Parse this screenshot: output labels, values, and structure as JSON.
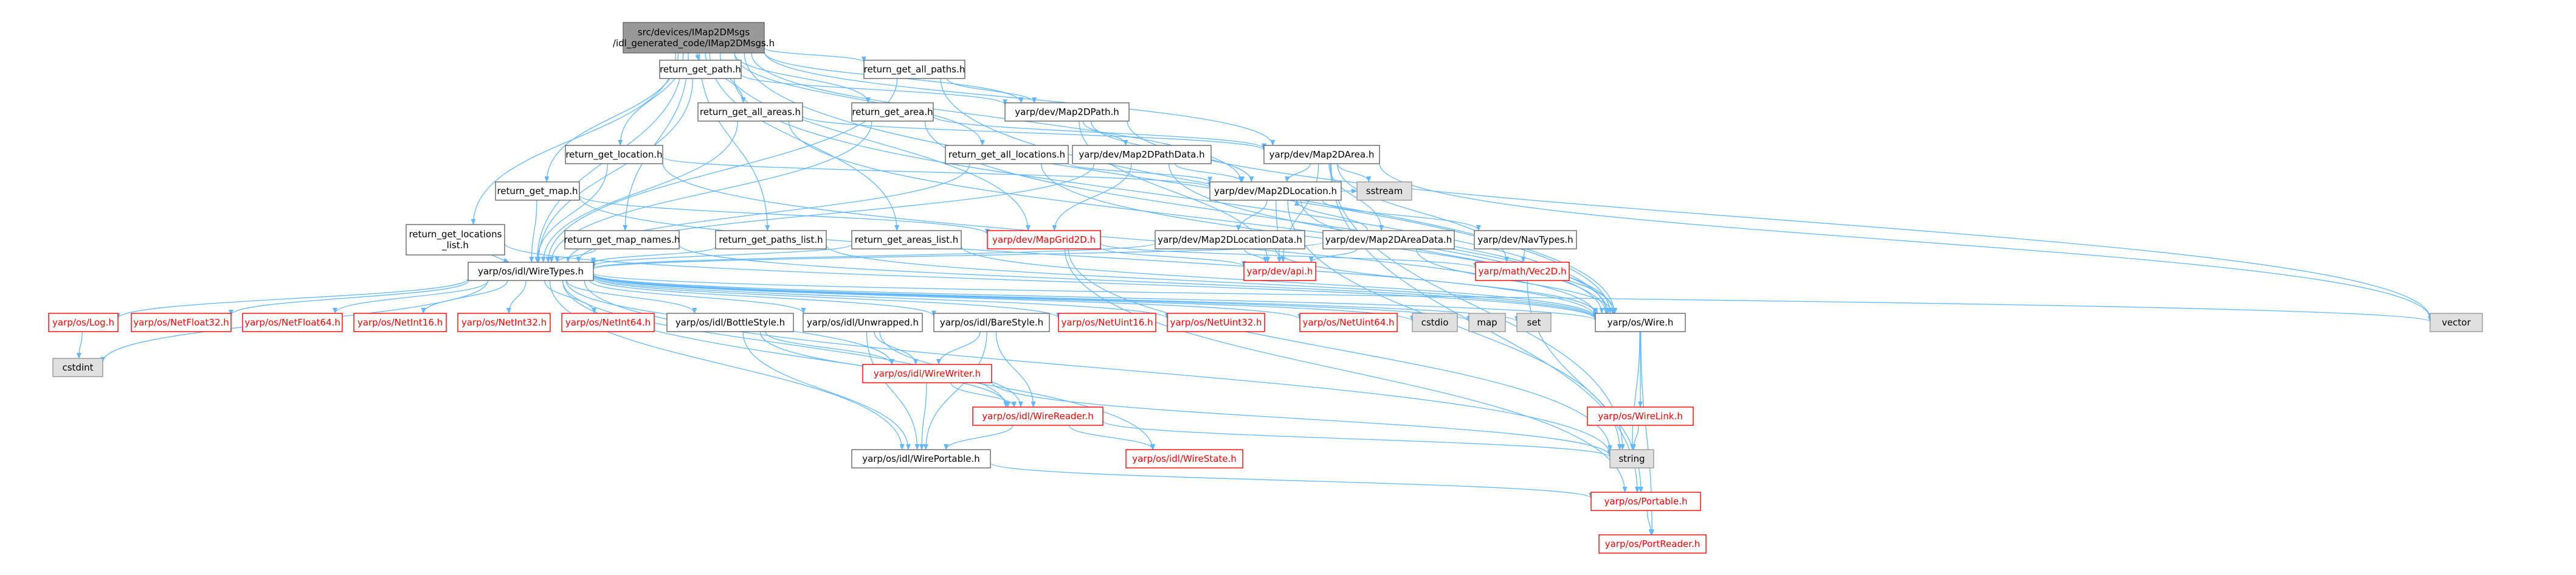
{
  "colors": {
    "edge": "#63b8ff",
    "root_fill": "#999999",
    "root_text": "#000000",
    "normal_fill": "#ffffff",
    "normal_stroke": "#666666",
    "normal_text": "#000000",
    "missing_stroke": "#ff0000",
    "missing_text": "#ff0000",
    "external_fill": "#e0e0e0",
    "external_stroke": "#999999",
    "external_text": "#000000"
  },
  "nodes": [
    {
      "id": "root",
      "lines": [
        "src/devices/IMap2DMsgs",
        "/idl_generated_code/IMap2DMsgs.h"
      ],
      "kind": "root"
    },
    {
      "id": "return_get_path",
      "lines": [
        "return_get_path.h"
      ],
      "kind": "normal"
    },
    {
      "id": "return_get_all_paths",
      "lines": [
        "return_get_all_paths.h"
      ],
      "kind": "normal"
    },
    {
      "id": "return_get_all_areas",
      "lines": [
        "return_get_all_areas.h"
      ],
      "kind": "normal"
    },
    {
      "id": "return_get_area",
      "lines": [
        "return_get_area.h"
      ],
      "kind": "normal"
    },
    {
      "id": "Map2DPath",
      "lines": [
        "yarp/dev/Map2DPath.h"
      ],
      "kind": "normal"
    },
    {
      "id": "return_get_location",
      "lines": [
        "return_get_location.h"
      ],
      "kind": "normal"
    },
    {
      "id": "return_get_all_locations",
      "lines": [
        "return_get_all_locations.h"
      ],
      "kind": "normal"
    },
    {
      "id": "Map2DPathData",
      "lines": [
        "yarp/dev/Map2DPathData.h"
      ],
      "kind": "normal"
    },
    {
      "id": "Map2DArea",
      "lines": [
        "yarp/dev/Map2DArea.h"
      ],
      "kind": "normal"
    },
    {
      "id": "return_get_map",
      "lines": [
        "return_get_map.h"
      ],
      "kind": "normal"
    },
    {
      "id": "Map2DLocation",
      "lines": [
        "yarp/dev/Map2DLocation.h"
      ],
      "kind": "normal"
    },
    {
      "id": "return_get_locations_list",
      "lines": [
        "return_get_locations",
        "_list.h"
      ],
      "kind": "normal"
    },
    {
      "id": "return_get_map_names",
      "lines": [
        "return_get_map_names.h"
      ],
      "kind": "normal"
    },
    {
      "id": "return_get_paths_list",
      "lines": [
        "return_get_paths_list.h"
      ],
      "kind": "normal"
    },
    {
      "id": "return_get_areas_list",
      "lines": [
        "return_get_areas_list.h"
      ],
      "kind": "normal"
    },
    {
      "id": "MapGrid2D",
      "lines": [
        "yarp/dev/MapGrid2D.h"
      ],
      "kind": "missing"
    },
    {
      "id": "Map2DLocationData",
      "lines": [
        "yarp/dev/Map2DLocationData.h"
      ],
      "kind": "normal"
    },
    {
      "id": "Map2DAreaData",
      "lines": [
        "yarp/dev/Map2DAreaData.h"
      ],
      "kind": "normal"
    },
    {
      "id": "NavTypes",
      "lines": [
        "yarp/dev/NavTypes.h"
      ],
      "kind": "normal"
    },
    {
      "id": "sstream",
      "lines": [
        "sstream"
      ],
      "kind": "external"
    },
    {
      "id": "WireTypes",
      "lines": [
        "yarp/os/idl/WireTypes.h"
      ],
      "kind": "normal"
    },
    {
      "id": "dev_api",
      "lines": [
        "yarp/dev/api.h"
      ],
      "kind": "missing"
    },
    {
      "id": "Vec2D",
      "lines": [
        "yarp/math/Vec2D.h"
      ],
      "kind": "missing"
    },
    {
      "id": "Log",
      "lines": [
        "yarp/os/Log.h"
      ],
      "kind": "missing"
    },
    {
      "id": "NetFloat32",
      "lines": [
        "yarp/os/NetFloat32.h"
      ],
      "kind": "missing"
    },
    {
      "id": "NetFloat64",
      "lines": [
        "yarp/os/NetFloat64.h"
      ],
      "kind": "missing"
    },
    {
      "id": "NetInt16",
      "lines": [
        "yarp/os/NetInt16.h"
      ],
      "kind": "missing"
    },
    {
      "id": "NetInt32",
      "lines": [
        "yarp/os/NetInt32.h"
      ],
      "kind": "missing"
    },
    {
      "id": "NetInt64",
      "lines": [
        "yarp/os/NetInt64.h"
      ],
      "kind": "missing"
    },
    {
      "id": "BottleStyle",
      "lines": [
        "yarp/os/idl/BottleStyle.h"
      ],
      "kind": "normal"
    },
    {
      "id": "Unwrapped",
      "lines": [
        "yarp/os/idl/Unwrapped.h"
      ],
      "kind": "normal"
    },
    {
      "id": "BareStyle",
      "lines": [
        "yarp/os/idl/BareStyle.h"
      ],
      "kind": "normal"
    },
    {
      "id": "NetUint16",
      "lines": [
        "yarp/os/NetUint16.h"
      ],
      "kind": "missing"
    },
    {
      "id": "NetUint32",
      "lines": [
        "yarp/os/NetUint32.h"
      ],
      "kind": "missing"
    },
    {
      "id": "NetUint64",
      "lines": [
        "yarp/os/NetUint64.h"
      ],
      "kind": "missing"
    },
    {
      "id": "cstdio",
      "lines": [
        "cstdio"
      ],
      "kind": "external"
    },
    {
      "id": "map",
      "lines": [
        "map"
      ],
      "kind": "external"
    },
    {
      "id": "set",
      "lines": [
        "set"
      ],
      "kind": "external"
    },
    {
      "id": "Wire",
      "lines": [
        "yarp/os/Wire.h"
      ],
      "kind": "normal"
    },
    {
      "id": "vector",
      "lines": [
        "vector"
      ],
      "kind": "external"
    },
    {
      "id": "cstdint",
      "lines": [
        "cstdint"
      ],
      "kind": "external"
    },
    {
      "id": "WireWriter",
      "lines": [
        "yarp/os/idl/WireWriter.h"
      ],
      "kind": "missing"
    },
    {
      "id": "WireReader",
      "lines": [
        "yarp/os/idl/WireReader.h"
      ],
      "kind": "missing"
    },
    {
      "id": "WireLink",
      "lines": [
        "yarp/os/WireLink.h"
      ],
      "kind": "missing"
    },
    {
      "id": "string",
      "lines": [
        "string"
      ],
      "kind": "external"
    },
    {
      "id": "WirePortable",
      "lines": [
        "yarp/os/idl/WirePortable.h"
      ],
      "kind": "normal"
    },
    {
      "id": "WireState",
      "lines": [
        "yarp/os/idl/WireState.h"
      ],
      "kind": "missing"
    },
    {
      "id": "Portable",
      "lines": [
        "yarp/os/Portable.h"
      ],
      "kind": "missing"
    },
    {
      "id": "PortReader",
      "lines": [
        "yarp/os/PortReader.h"
      ],
      "kind": "missing"
    }
  ],
  "edges": [
    [
      "root",
      "return_get_path"
    ],
    [
      "root",
      "return_get_all_paths"
    ],
    [
      "root",
      "return_get_all_areas"
    ],
    [
      "root",
      "return_get_area"
    ],
    [
      "root",
      "Map2DPath"
    ],
    [
      "root",
      "return_get_location"
    ],
    [
      "root",
      "return_get_all_locations"
    ],
    [
      "root",
      "Map2DArea"
    ],
    [
      "root",
      "return_get_map"
    ],
    [
      "root",
      "Map2DLocation"
    ],
    [
      "root",
      "return_get_locations_list"
    ],
    [
      "root",
      "return_get_map_names"
    ],
    [
      "root",
      "return_get_paths_list"
    ],
    [
      "root",
      "return_get_areas_list"
    ],
    [
      "root",
      "MapGrid2D"
    ],
    [
      "root",
      "WireTypes"
    ],
    [
      "root",
      "Wire"
    ],
    [
      "return_get_path",
      "Map2DPath"
    ],
    [
      "return_get_path",
      "WireTypes"
    ],
    [
      "return_get_path",
      "Wire"
    ],
    [
      "return_get_all_paths",
      "Map2DPath"
    ],
    [
      "return_get_all_paths",
      "WireTypes"
    ],
    [
      "return_get_all_paths",
      "Wire"
    ],
    [
      "return_get_all_areas",
      "Map2DArea"
    ],
    [
      "return_get_all_areas",
      "WireTypes"
    ],
    [
      "return_get_all_areas",
      "Wire"
    ],
    [
      "return_get_area",
      "Map2DArea"
    ],
    [
      "return_get_area",
      "WireTypes"
    ],
    [
      "return_get_area",
      "Wire"
    ],
    [
      "Map2DPath",
      "Map2DPathData"
    ],
    [
      "Map2DPath",
      "Map2DLocation"
    ],
    [
      "Map2DPath",
      "dev_api"
    ],
    [
      "Map2DPath",
      "vector"
    ],
    [
      "return_get_location",
      "Map2DLocation"
    ],
    [
      "return_get_location",
      "WireTypes"
    ],
    [
      "return_get_location",
      "Wire"
    ],
    [
      "return_get_all_locations",
      "Map2DLocation"
    ],
    [
      "return_get_all_locations",
      "WireTypes"
    ],
    [
      "return_get_all_locations",
      "Wire"
    ],
    [
      "Map2DPathData",
      "Map2DLocation"
    ],
    [
      "Map2DPathData",
      "WireTypes"
    ],
    [
      "Map2DPathData",
      "Wire"
    ],
    [
      "Map2DPathData",
      "MapGrid2D"
    ],
    [
      "Map2DArea",
      "Map2DLocation"
    ],
    [
      "Map2DArea",
      "Map2DAreaData"
    ],
    [
      "Map2DArea",
      "Vec2D"
    ],
    [
      "Map2DArea",
      "dev_api"
    ],
    [
      "Map2DArea",
      "vector"
    ],
    [
      "Map2DArea",
      "string"
    ],
    [
      "Map2DArea",
      "Portable"
    ],
    [
      "Map2DArea",
      "sstream"
    ],
    [
      "return_get_map",
      "MapGrid2D"
    ],
    [
      "return_get_map",
      "WireTypes"
    ],
    [
      "return_get_map",
      "Wire"
    ],
    [
      "Map2DLocation",
      "Map2DLocationData"
    ],
    [
      "Map2DLocation",
      "NavTypes"
    ],
    [
      "Map2DLocation",
      "sstream"
    ],
    [
      "Map2DLocation",
      "dev_api"
    ],
    [
      "Map2DLocation",
      "string"
    ],
    [
      "Map2DLocation",
      "Wire"
    ],
    [
      "return_get_locations_list",
      "WireTypes"
    ],
    [
      "return_get_locations_list",
      "Wire"
    ],
    [
      "return_get_map_names",
      "WireTypes"
    ],
    [
      "return_get_map_names",
      "Wire"
    ],
    [
      "return_get_paths_list",
      "WireTypes"
    ],
    [
      "return_get_paths_list",
      "Wire"
    ],
    [
      "return_get_areas_list",
      "WireTypes"
    ],
    [
      "return_get_areas_list",
      "Wire"
    ],
    [
      "MapGrid2D",
      "dev_api"
    ],
    [
      "MapGrid2D",
      "Vec2D"
    ],
    [
      "MapGrid2D",
      "string"
    ],
    [
      "MapGrid2D",
      "Portable"
    ],
    [
      "Map2DLocationData",
      "WireTypes"
    ],
    [
      "Map2DLocationData",
      "Wire"
    ],
    [
      "Map2DLocationData",
      "dev_api"
    ],
    [
      "Map2DAreaData",
      "Map2DLocation"
    ],
    [
      "Map2DAreaData",
      "WireTypes"
    ],
    [
      "Map2DAreaData",
      "Wire"
    ],
    [
      "Map2DAreaData",
      "dev_api"
    ],
    [
      "NavTypes",
      "Vec2D"
    ],
    [
      "WireTypes",
      "Log"
    ],
    [
      "WireTypes",
      "NetFloat32"
    ],
    [
      "WireTypes",
      "NetFloat64"
    ],
    [
      "WireTypes",
      "NetInt16"
    ],
    [
      "WireTypes",
      "NetInt32"
    ],
    [
      "WireTypes",
      "NetInt64"
    ],
    [
      "WireTypes",
      "BottleStyle"
    ],
    [
      "WireTypes",
      "Unwrapped"
    ],
    [
      "WireTypes",
      "BareStyle"
    ],
    [
      "WireTypes",
      "NetUint16"
    ],
    [
      "WireTypes",
      "NetUint32"
    ],
    [
      "WireTypes",
      "NetUint64"
    ],
    [
      "WireTypes",
      "cstdio"
    ],
    [
      "WireTypes",
      "map"
    ],
    [
      "WireTypes",
      "set"
    ],
    [
      "WireTypes",
      "Wire"
    ],
    [
      "WireTypes",
      "vector"
    ],
    [
      "WireTypes",
      "cstdint"
    ],
    [
      "WireTypes",
      "WireWriter"
    ],
    [
      "WireTypes",
      "WireReader"
    ],
    [
      "WireTypes",
      "WirePortable"
    ],
    [
      "WireTypes",
      "WireState"
    ],
    [
      "WireTypes",
      "string"
    ],
    [
      "Log",
      "cstdint"
    ],
    [
      "BottleStyle",
      "WireWriter"
    ],
    [
      "BottleStyle",
      "WireReader"
    ],
    [
      "BottleStyle",
      "WirePortable"
    ],
    [
      "Unwrapped",
      "WireWriter"
    ],
    [
      "Unwrapped",
      "WireReader"
    ],
    [
      "Unwrapped",
      "WirePortable"
    ],
    [
      "BareStyle",
      "WireWriter"
    ],
    [
      "BareStyle",
      "WireReader"
    ],
    [
      "BareStyle",
      "WirePortable"
    ],
    [
      "Wire",
      "WireLink"
    ],
    [
      "Wire",
      "PortReader"
    ],
    [
      "Wire",
      "string"
    ],
    [
      "WireLink",
      "string"
    ],
    [
      "WireWriter",
      "WireReader"
    ],
    [
      "WireWriter",
      "WirePortable"
    ],
    [
      "WireWriter",
      "string"
    ],
    [
      "WireReader",
      "WirePortable"
    ],
    [
      "WireReader",
      "WireState"
    ],
    [
      "WireReader",
      "string"
    ],
    [
      "WirePortable",
      "Portable"
    ],
    [
      "Vec2D",
      "Portable"
    ],
    [
      "Portable",
      "PortReader"
    ]
  ]
}
